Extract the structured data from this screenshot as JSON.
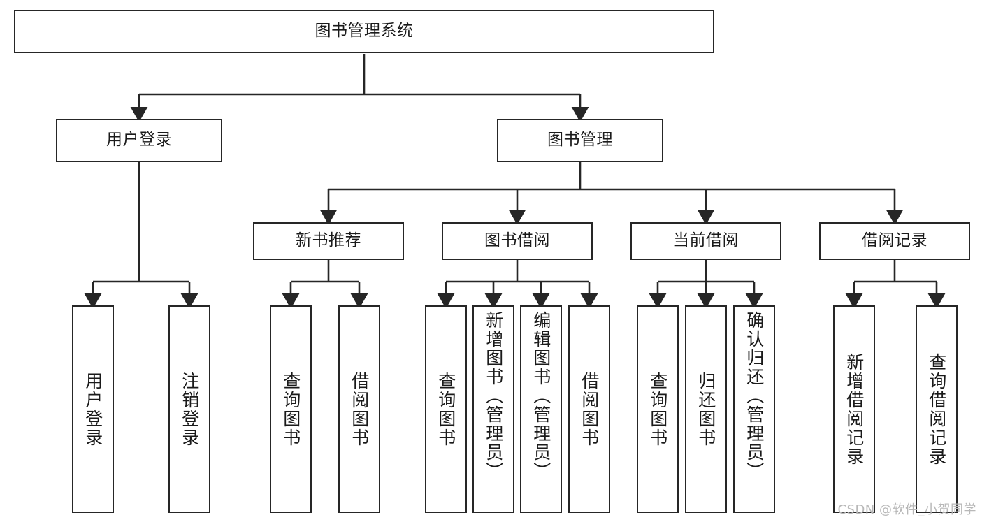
{
  "diagram": {
    "title": "图书管理系统",
    "type": "hierarchy-tree",
    "levels": 4,
    "colors": {
      "stroke": "#262626",
      "fill": "#ffffff",
      "text": "#1a1a1a",
      "watermark": "#b8b8b8"
    },
    "root": {
      "label": "图书管理系统"
    },
    "level2": [
      {
        "label": "用户登录"
      },
      {
        "label": "图书管理"
      }
    ],
    "level3": [
      {
        "label": "新书推荐"
      },
      {
        "label": "图书借阅"
      },
      {
        "label": "当前借阅"
      },
      {
        "label": "借阅记录"
      }
    ],
    "leaves": {
      "user_login": [
        {
          "label": "用户登录"
        },
        {
          "label": "注销登录"
        }
      ],
      "new_book_recommend": [
        {
          "label": "查询图书"
        },
        {
          "label": "借阅图书"
        }
      ],
      "book_borrow": [
        {
          "label": "查询图书"
        },
        {
          "label": "新增图书（管理员）"
        },
        {
          "label": "编辑图书（管理员）"
        },
        {
          "label": "借阅图书"
        }
      ],
      "current_borrow": [
        {
          "label": "查询图书"
        },
        {
          "label": "归还图书"
        },
        {
          "label": "确认归还（管理员）"
        }
      ],
      "borrow_record": [
        {
          "label": "新增借阅记录"
        },
        {
          "label": "查询借阅记录"
        }
      ]
    }
  },
  "watermark": {
    "text": "CSDN @软件_小贺同学"
  }
}
